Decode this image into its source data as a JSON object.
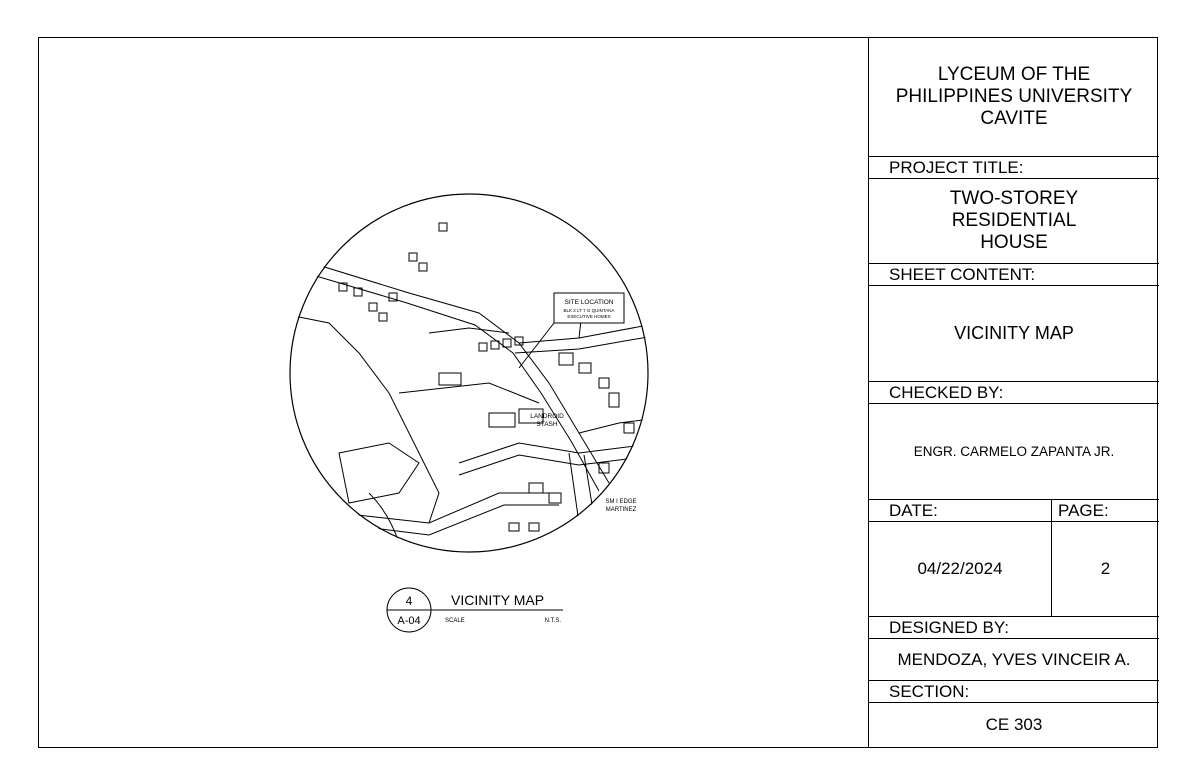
{
  "title_block": {
    "school": "LYCEUM OF THE PHILIPPINES UNIVERSITY CAVITE",
    "project_title_label": "PROJECT TITLE:",
    "project_title": "TWO-STOREY RESIDENTIAL HOUSE",
    "sheet_content_label": "SHEET CONTENT:",
    "sheet_content": "VICINITY MAP",
    "checked_by_label": "CHECKED BY:",
    "checked_by": "ENGR. CARMELO ZAPANTA JR.",
    "date_label": "DATE:",
    "date": "04/22/2024",
    "page_label": "PAGE:",
    "page": "2",
    "designed_by_label": "DESIGNED BY:",
    "designed_by": "MENDOZA, YVES VINCEIR A.",
    "section_label": "SECTION:",
    "section": "CE 303"
  },
  "drawing": {
    "callout_number": "4",
    "callout_sheet": "A-04",
    "callout_title": "VICINITY MAP",
    "scale_label": "SCALE",
    "scale_value": "N.T.S."
  },
  "map": {
    "site_label": "SITE LOCATION",
    "site_address_1": "BLK 2 LT 7 G QUINTANA",
    "site_address_2": "EXECUTIVE HOMES",
    "place_1": "LANDROID",
    "place_2": "STASH",
    "place_3": "SM I EDGE",
    "place_4": "MARTINEZ"
  }
}
